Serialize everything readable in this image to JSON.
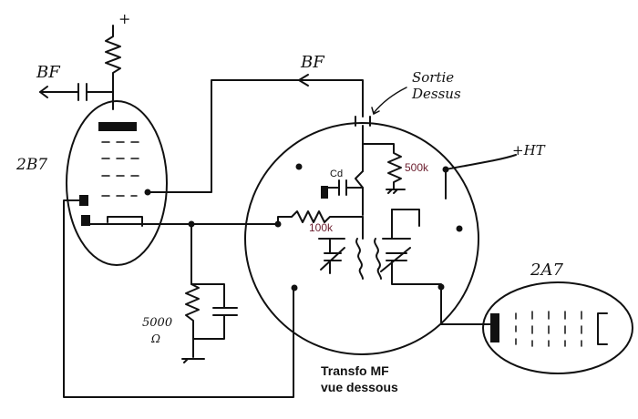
{
  "labels": {
    "plus": "+",
    "bf_left": "BF",
    "bf_top": "BF",
    "sortie": "Sortie",
    "dessus": "Dessus",
    "tube_2b7": "2B7",
    "plus_ht": "+HT",
    "cd": "Cd",
    "r_500k": "500k",
    "r_100k": "100k",
    "tube_2a7": "2A7",
    "r_5000_value": "5000",
    "r_5000_unit": "Ω",
    "caption_line1": "Transfo MF",
    "caption_line2": "vue dessous"
  },
  "colors": {
    "ink": "#111111",
    "component_value": "#6b1e2e",
    "background": "#ffffff"
  }
}
